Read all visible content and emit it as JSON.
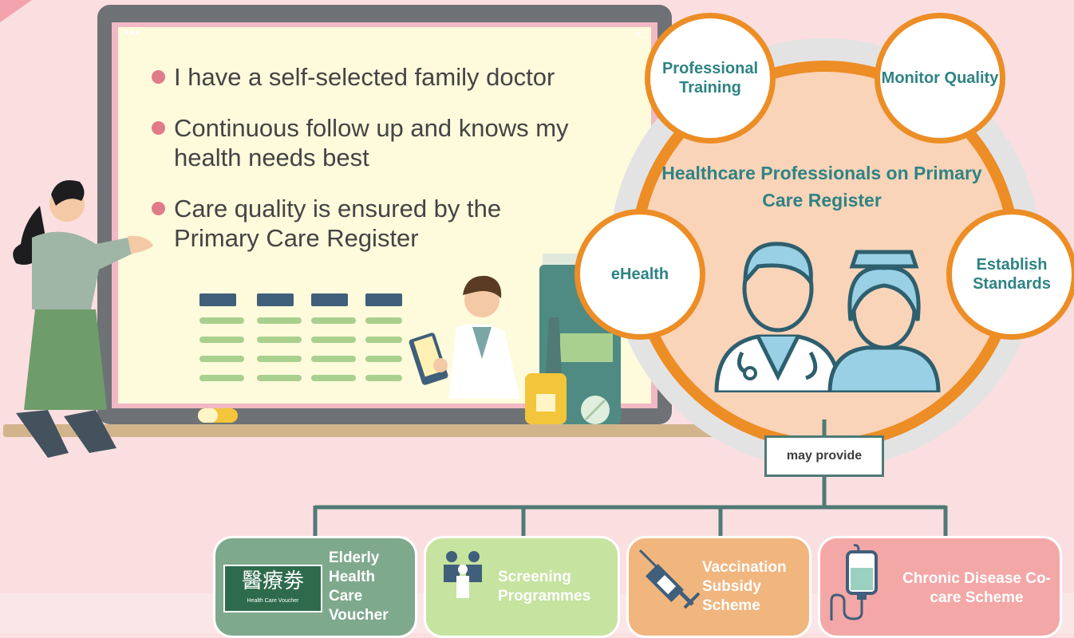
{
  "screen": {
    "window_dots": "•••",
    "window_controls": "_×□",
    "bullets": [
      "I have a self-selected family doctor",
      "Continuous follow up and knows my health needs best",
      "Care quality is ensured by the Primary Care Register"
    ]
  },
  "hub": {
    "title": "Healthcare Professionals on Primary Care Register",
    "nodes": {
      "professional_training": "Professional Training",
      "monitor_quality": "Monitor Quality",
      "ehealth": "eHealth",
      "establish_standards": "Establish Standards"
    }
  },
  "connector": {
    "label": "may provide"
  },
  "services": [
    {
      "label": "Elderly Health Care Voucher",
      "logo_cn": "醫療劵",
      "logo_en": "Health Care Voucher"
    },
    {
      "label": "Screening Programmes"
    },
    {
      "label": "Vaccination Subsidy Scheme"
    },
    {
      "label": "Chronic Disease Co-care Scheme"
    }
  ],
  "colors": {
    "background": "#fbdfe0",
    "teal_text": "#2e8383",
    "orange_ring": "#ec8d25",
    "bullet_dot": "#e07b88",
    "card_voucher": "#7ea98d",
    "card_screening": "#c6e3a0",
    "card_vaccination": "#f1b57e",
    "card_chronic": "#f4a7a7"
  }
}
